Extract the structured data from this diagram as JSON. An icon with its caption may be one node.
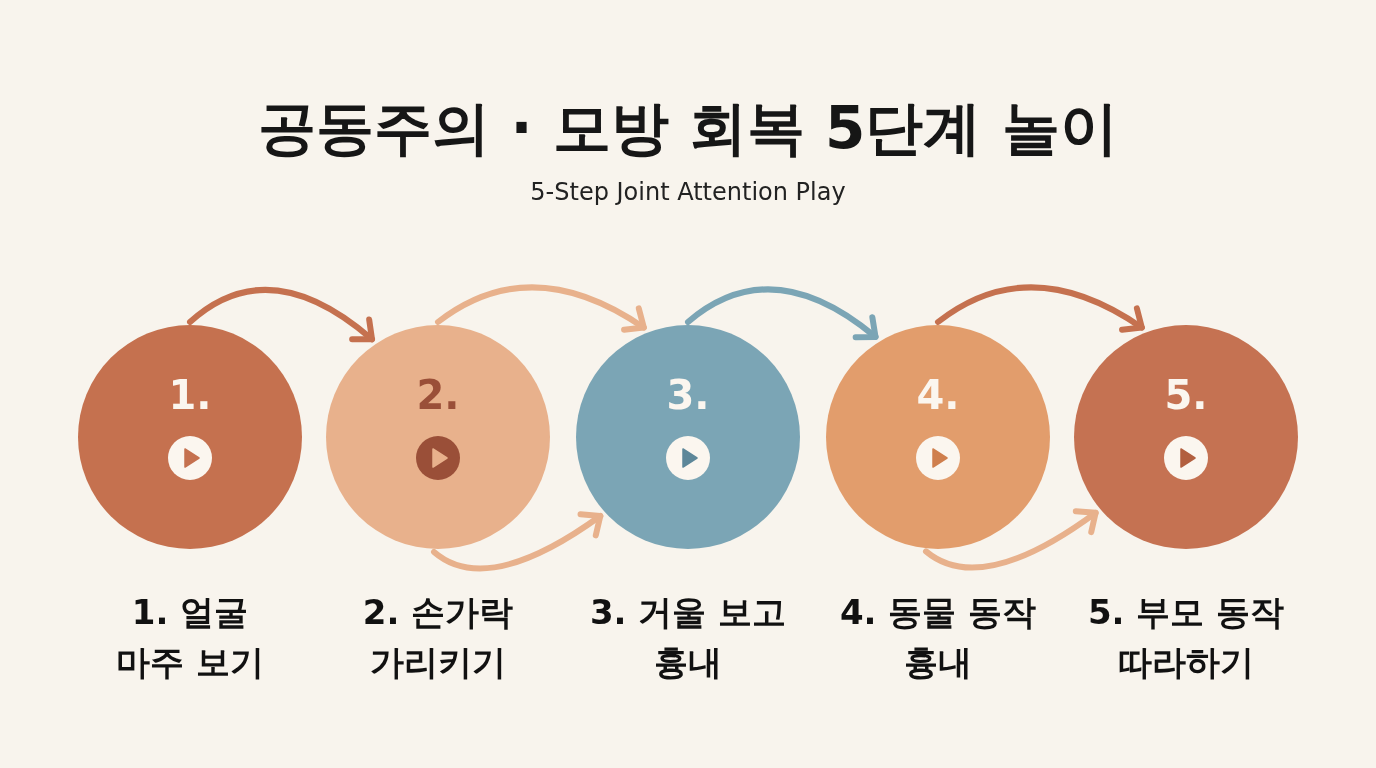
{
  "diagram": {
    "title": "공동주의 · 모방 회복 5단계 놀이",
    "nodes": [
      {
        "text": [
          "1."
        ],
        "beside": [
          "1. 얼굴 마주 보기"
        ]
      },
      {
        "text": [
          "2."
        ],
        "beside": [
          "2. 손가락 가리키기"
        ]
      },
      {
        "text": [
          "3."
        ],
        "beside": [
          "3. 거울 보고 흉내"
        ]
      },
      {
        "text": [
          "4."
        ],
        "beside": [
          "4. 동물 동작 흉내"
        ]
      },
      {
        "text": [
          "5."
        ],
        "beside": [
          "5. 부모 동작 따라하기"
        ]
      }
    ],
    "edges": [
      {
        "from": 0,
        "to": 1,
        "arrow": "to",
        "color": "#c5714f"
      },
      {
        "from": 1,
        "to": 2,
        "arrow": "to"
      },
      {
        "from": 2,
        "to": 3,
        "arrow": "to",
        "color": "#7ba5b5"
      },
      {
        "from": 3,
        "to": 4,
        "arrow": "to",
        "color": "#c5714f"
      },
      {
        "from": 1,
        "to": 2,
        "arrow": "to"
      },
      {
        "from": 3,
        "to": 4,
        "arrow": "to"
      }
    ],
    "labels": [
      "5-Step Joint Attention Play"
    ]
  }
}
